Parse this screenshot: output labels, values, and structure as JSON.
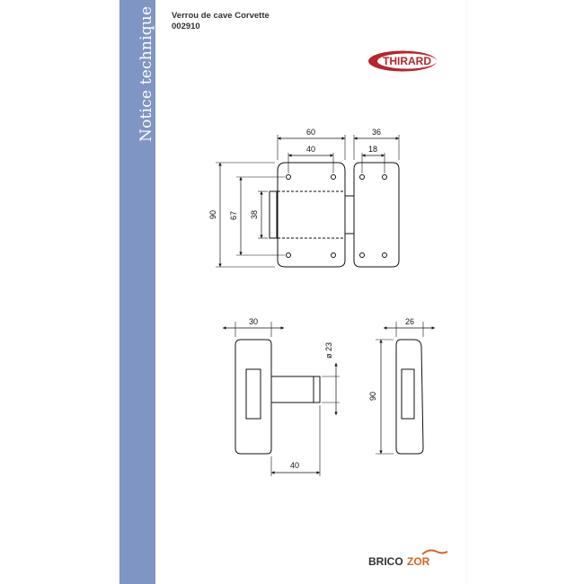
{
  "sidebar": {
    "label": "Notice technique",
    "color": "#7f95c4"
  },
  "header": {
    "product_name": "Verrou de cave Corvette",
    "product_code": "002910"
  },
  "brand_logo": {
    "text": "THIRARD",
    "color": "#b5262d"
  },
  "top_view": {
    "dimensions": {
      "body_width": "60",
      "inner_width": "40",
      "keeper_width": "36",
      "keeper_inner": "18",
      "height_total": "90",
      "height_holes": "67",
      "bolt_height": "38"
    }
  },
  "side_view": {
    "dimensions": {
      "body_depth": "30",
      "knob_diameter": "ø 23",
      "bolt_projection": "40"
    }
  },
  "keeper_side_view": {
    "dimensions": {
      "depth": "26",
      "height": "90"
    }
  },
  "footer_logo": {
    "text_part1": "BRICO",
    "text_part2": "ZOR",
    "color": "#d2691e"
  }
}
